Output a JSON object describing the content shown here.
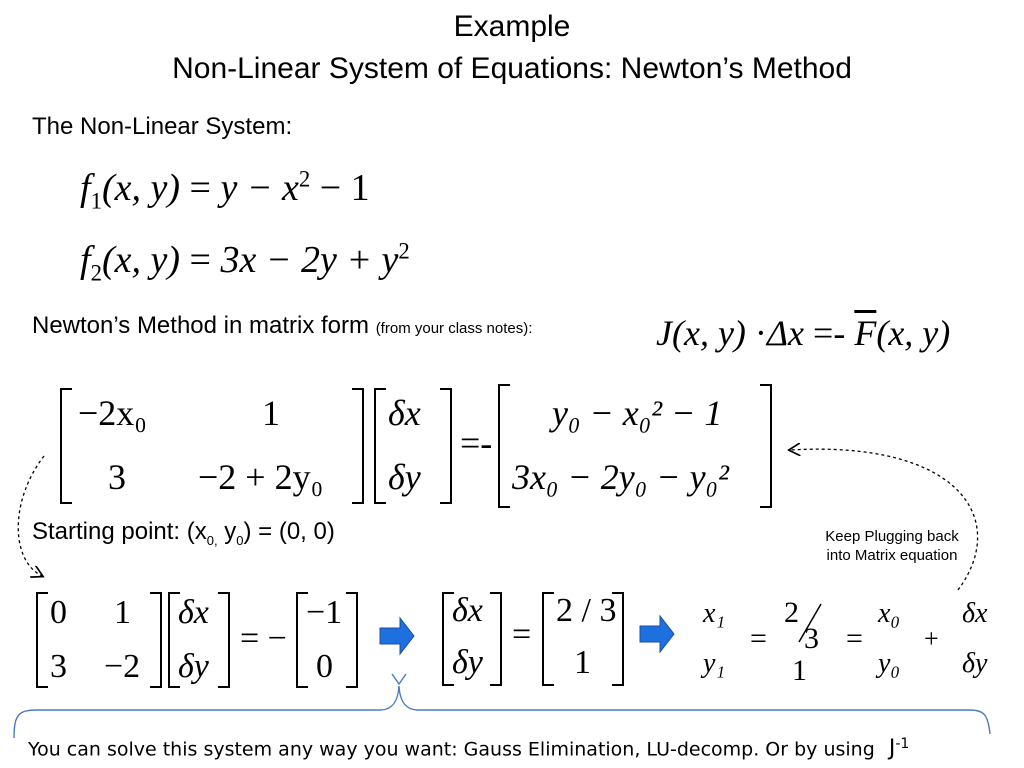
{
  "title": {
    "line1": "Example",
    "line2": "Non-Linear System of Equations: Newton’s Method"
  },
  "system_label": "The Non-Linear System:",
  "eq1": {
    "f": "f",
    "sub": "1",
    "args": "(x, y)",
    "eq": "=",
    "rhs_a": "y − x",
    "sup": "2",
    "rhs_b": " − 1"
  },
  "eq2": {
    "f": "f",
    "sub": "2",
    "args": "(x, y)",
    "eq": "=",
    "rhs_a": "3x − 2y + y",
    "sup": "2"
  },
  "newton_label": "Newton’s Method in matrix form",
  "newton_note": "(from your class notes):",
  "newton_formula": {
    "j": "J",
    "args1": "(x, y)",
    "dot": "·",
    "delta": "Δx",
    "eq": "=-",
    "f": "F",
    "args2": "(x, y)"
  },
  "matrix_general": {
    "J": [
      [
        "−2x₀",
        "1"
      ],
      [
        "3",
        "−2 + 2y₀"
      ]
    ],
    "dx": [
      "δx",
      "δy"
    ],
    "eq": "=-",
    "rhs": [
      "y₀ − x₀² − 1",
      "3x₀ − 2y₀ − y₀²"
    ]
  },
  "starting_point": {
    "text_a": "Starting point: (x",
    "sub0": "0,",
    "text_b": " y",
    "sub1": "0",
    "text_c": ") = (0, 0)"
  },
  "keep_note": {
    "line1": "Keep Plugging back",
    "line2": "into Matrix equation"
  },
  "matrix_specific": {
    "J": [
      [
        "0",
        "1"
      ],
      [
        "3",
        "−2"
      ]
    ],
    "dx": [
      "δx",
      "δy"
    ],
    "eq": "= −",
    "rhs": [
      "−1",
      "0"
    ]
  },
  "solution": {
    "dx": [
      "δx",
      "δy"
    ],
    "eq": "=",
    "vals": [
      "2 / 3",
      "1"
    ]
  },
  "update": {
    "lhs": [
      "x₁",
      "y₁"
    ],
    "eq1": "=",
    "vals_top": "2",
    "vals_mid": "3",
    "vals_bottom": "1",
    "eq2": "=",
    "prev": [
      "x₀",
      "y₀"
    ],
    "plus": "+",
    "dx": [
      "δx",
      "δy"
    ],
    "glyph": ""
  },
  "footer": {
    "text": "You can solve this system any way you want: Gauss Elimination, LU-decomp. Or by using",
    "j": "J",
    "exp": "-1"
  },
  "colors": {
    "arrow": "#1e6fe0",
    "brace": "#4a7bc0"
  }
}
